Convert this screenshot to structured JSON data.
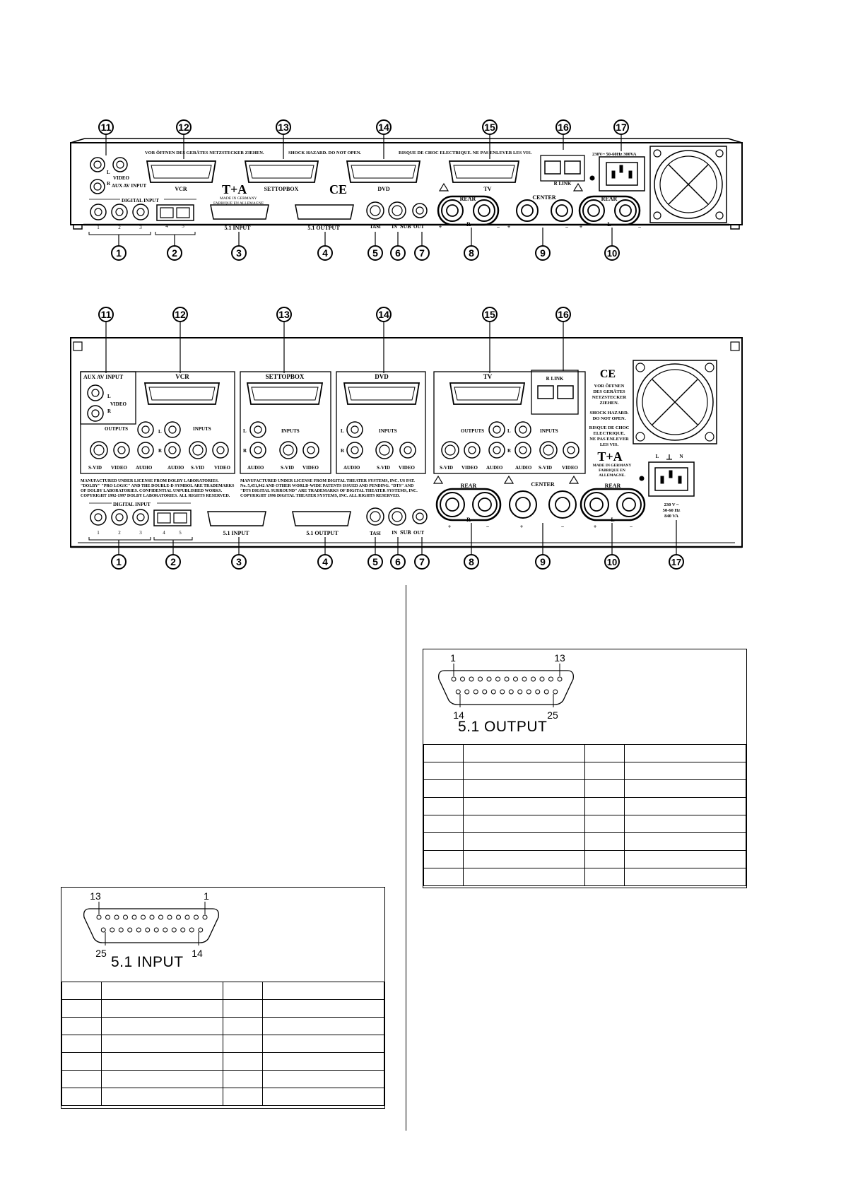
{
  "panel_top": {
    "callouts": [
      "11",
      "12",
      "13",
      "14",
      "15",
      "16",
      "17",
      "1",
      "2",
      "3",
      "4",
      "5",
      "6",
      "7",
      "8",
      "9",
      "10"
    ],
    "warning_text_1": "VOR ÖFFNEN DES GERÄTES NETZSTECKER ZIEHEN.",
    "warning_text_2": "SHOCK HAZARD. DO NOT OPEN.",
    "warning_text_3": "RISQUE DE CHOC ELECTRIQUE. NE PAS ENLEVER LES VIS.",
    "scart_labels": [
      "VCR",
      "SETTOPBOX",
      "DVD",
      "TV"
    ],
    "r_link": "R LINK",
    "mains_rating": "230V~ 50-60Hz 300VA",
    "aux_video": "VIDEO",
    "aux_av_input": "AUX AV INPUT",
    "aux_l": "L",
    "aux_r": "R",
    "digital_input": "DIGITAL INPUT",
    "digital_nums": [
      "1",
      "2",
      "3"
    ],
    "optical_nums": [
      "4",
      "5"
    ],
    "brand": "T+A",
    "made_in": "MADE IN GERMANY",
    "made_in_fr": "FABRIQUE EN ALLEMAGNE",
    "ce": "CE",
    "input_51": "5.1 INPUT",
    "output_51": "5.1 OUTPUT",
    "tasi": "TASI",
    "sub_in": "IN",
    "sub": "SUB",
    "sub_out": "OUT",
    "rear": "REAR",
    "center": "CENTER",
    "ch_r": "R",
    "ch_l": "L",
    "plus": "+",
    "minus": "−"
  },
  "panel_bottom": {
    "callouts": [
      "11",
      "12",
      "13",
      "14",
      "15",
      "16",
      "1",
      "2",
      "3",
      "4",
      "5",
      "6",
      "7",
      "8",
      "9",
      "10",
      "17"
    ],
    "aux_av_input": "AUX AV INPUT",
    "aux_l": "L",
    "aux_video": "VIDEO",
    "aux_r": "R",
    "vcr": "VCR",
    "settopbox": "SETTOPBOX",
    "dvd": "DVD",
    "tv": "TV",
    "r_link": "R LINK",
    "outputs": "OUTPUTS",
    "inputs": "INPUTS",
    "s_vid": "S-VID",
    "video": "VIDEO",
    "audio": "AUDIO",
    "l": "L",
    "r": "R",
    "ce": "CE",
    "warn_de": [
      "VOR ÖFFNEN",
      "DES GERÄTES",
      "NETZSTECKER",
      "ZIEHEN."
    ],
    "warn_en": [
      "SHOCK HAZARD.",
      "DO NOT OPEN."
    ],
    "warn_fr": [
      "RISQUE DE CHOC",
      "ELECTRIQUE.",
      "NE PAS ENLEVER",
      "LES VIS."
    ],
    "brand": "T+A",
    "made_in": [
      "MADE IN GERMANY",
      "FABRIQUE EN",
      "ALLEMAGNE."
    ],
    "dolby_notice": [
      "MANUFACTURED UNDER LICENSE FROM DOLBY LABORATORIES.",
      "\"DOLBY\" \"PRO LOGIC\" AND THE DOUBLE-D SYMBOL ARE TRADEMARKS",
      "OF DOLBY LABORATORIES. CONFIDENTIAL UNPUBLISHED WORKS.",
      "COPYRIGHT 1992-1997 DOLBY LABORATORIES. ALL RIGHTS RESERVED."
    ],
    "dts_notice": [
      "MANUFACTURED UNDER LICENSE FROM DIGITAL THEATER SYSTEMS, INC. US PAT.",
      "No. 5,451,942 AND OTHER WORLD-WIDE PATENTS ISSUED AND PENDING. \"DTS\" AND",
      "\"DTS DIGITAL SURROUND\" ARE TRADEMARKS OF DIGITAL THEATER SYSTEMS, INC.",
      "COPYRIGHT 1996 DIGITAL THEATER SYSTEMS, INC. ALL RIGHTS RESERVED."
    ],
    "digital_input": "DIGITAL INPUT",
    "digital_nums": [
      "1",
      "2",
      "3"
    ],
    "optical_nums": [
      "4",
      "5"
    ],
    "input_51": "5.1 INPUT",
    "output_51": "5.1 OUTPUT",
    "tasi": "TASI",
    "sub_in": "IN",
    "sub": "SUB",
    "sub_out": "OUT",
    "rear": "REAR",
    "center": "CENTER",
    "ch_r": "R",
    "ch_l": "L",
    "plus": "+",
    "minus": "−",
    "mains_l": "L",
    "mains_n": "N",
    "mains_rating": [
      "230 V ~",
      "50-60 Hz",
      "840 VA"
    ]
  },
  "connector_input": {
    "title": "5.1 INPUT",
    "pin_top_left": "13",
    "pin_top_right": "1",
    "pin_bottom_left": "25",
    "pin_bottom_right": "14",
    "table_rows": 7
  },
  "connector_output": {
    "title": "5.1 OUTPUT",
    "pin_top_left": "1",
    "pin_top_right": "13",
    "pin_bottom_left": "14",
    "pin_bottom_right": "25",
    "table_rows": 8
  }
}
